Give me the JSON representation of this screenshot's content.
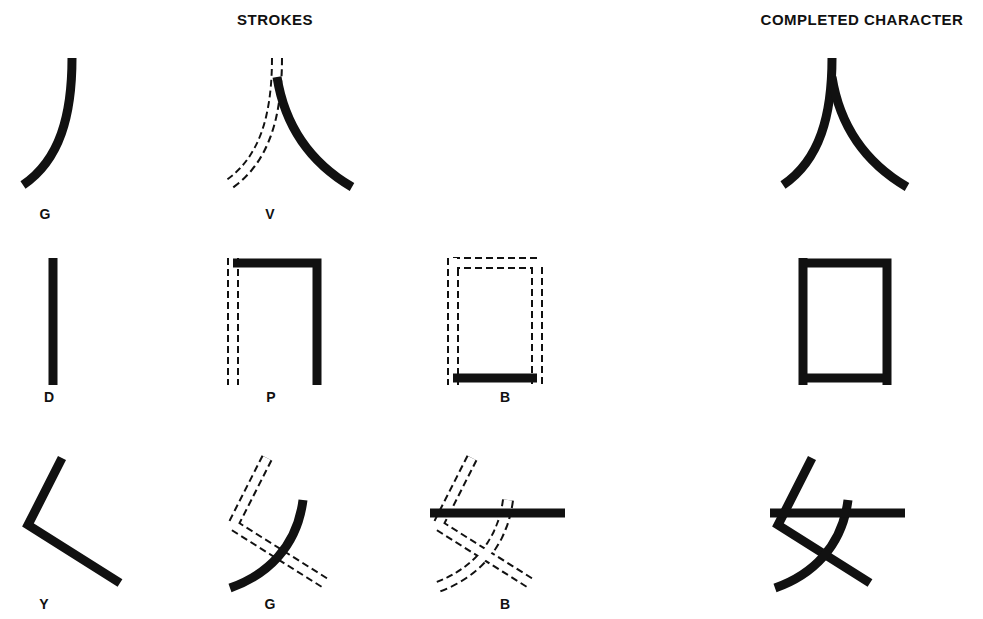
{
  "diagram": {
    "labels": [
      "STROKES",
      "COMPLETED CHARACTER",
      "G",
      "V",
      "D",
      "P",
      "B",
      "Y",
      "G",
      "B"
    ]
  }
}
